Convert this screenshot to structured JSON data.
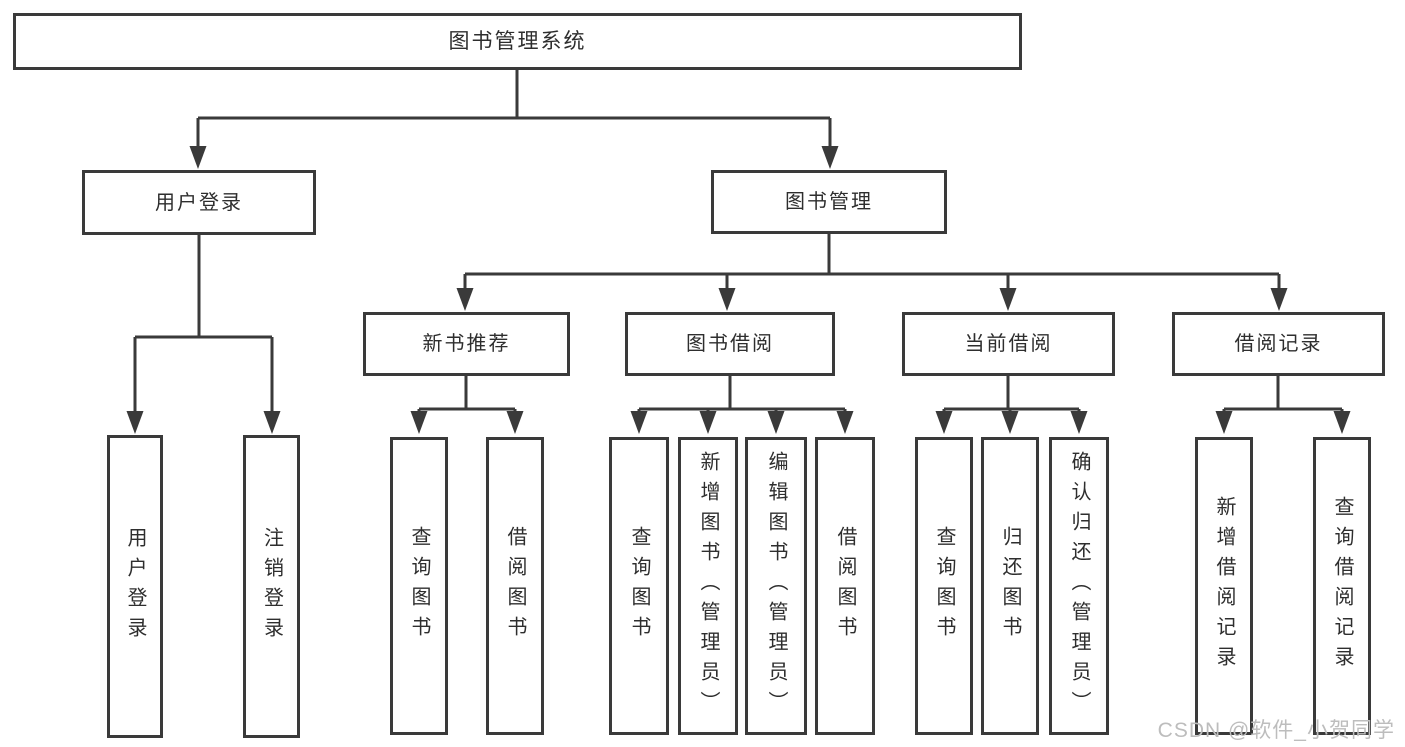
{
  "diagram": {
    "type": "hierarchy-tree",
    "root": {
      "label": "图书管理系统"
    },
    "branches": [
      {
        "label": "用户登录",
        "children": [
          "用户登录",
          "注销登录"
        ]
      },
      {
        "label": "图书管理",
        "children": [
          {
            "label": "新书推荐",
            "children": [
              "查询图书",
              "借阅图书"
            ]
          },
          {
            "label": "图书借阅",
            "children": [
              "查询图书",
              "新增图书（管理员）",
              "编辑图书（管理员）",
              "借阅图书"
            ]
          },
          {
            "label": "当前借阅",
            "children": [
              "查询图书",
              "归还图书",
              "确认归还（管理员）"
            ]
          },
          {
            "label": "借阅记录",
            "children": [
              "新增借阅记录",
              "查询借阅记录"
            ]
          }
        ]
      }
    ]
  },
  "colors": {
    "line": "#3a3a3a",
    "box_border": "#3a3a3a",
    "text": "#2e2e2e",
    "watermark": "#bdbdbd",
    "background": "#ffffff"
  },
  "watermark": "CSDN @软件_小贺同学"
}
